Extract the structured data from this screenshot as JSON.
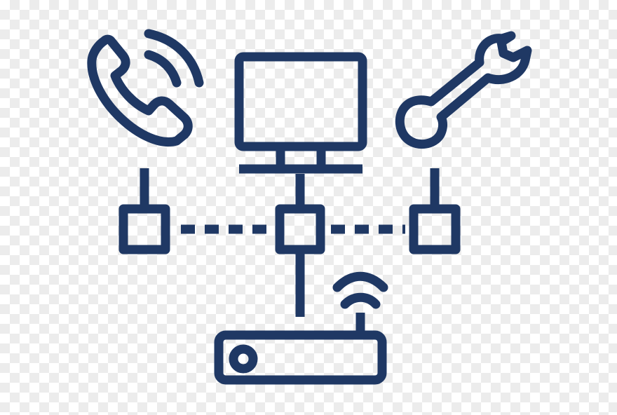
{
  "colors": {
    "icon_stroke": "#1f3864",
    "background": "#ffffff",
    "checker": "#ececec"
  },
  "icons": {
    "phone": "phone-icon",
    "computer": "monitor-icon",
    "tool": "wrench-icon",
    "router": "wifi-router-icon"
  },
  "nodes": [
    "left-node",
    "center-node",
    "right-node"
  ],
  "links": {
    "dashed": [
      "left-node-to-center-node",
      "center-node-to-right-node"
    ],
    "solid": [
      "phone-to-left-node",
      "computer-to-center-node",
      "wrench-to-right-node",
      "center-node-to-router"
    ]
  }
}
